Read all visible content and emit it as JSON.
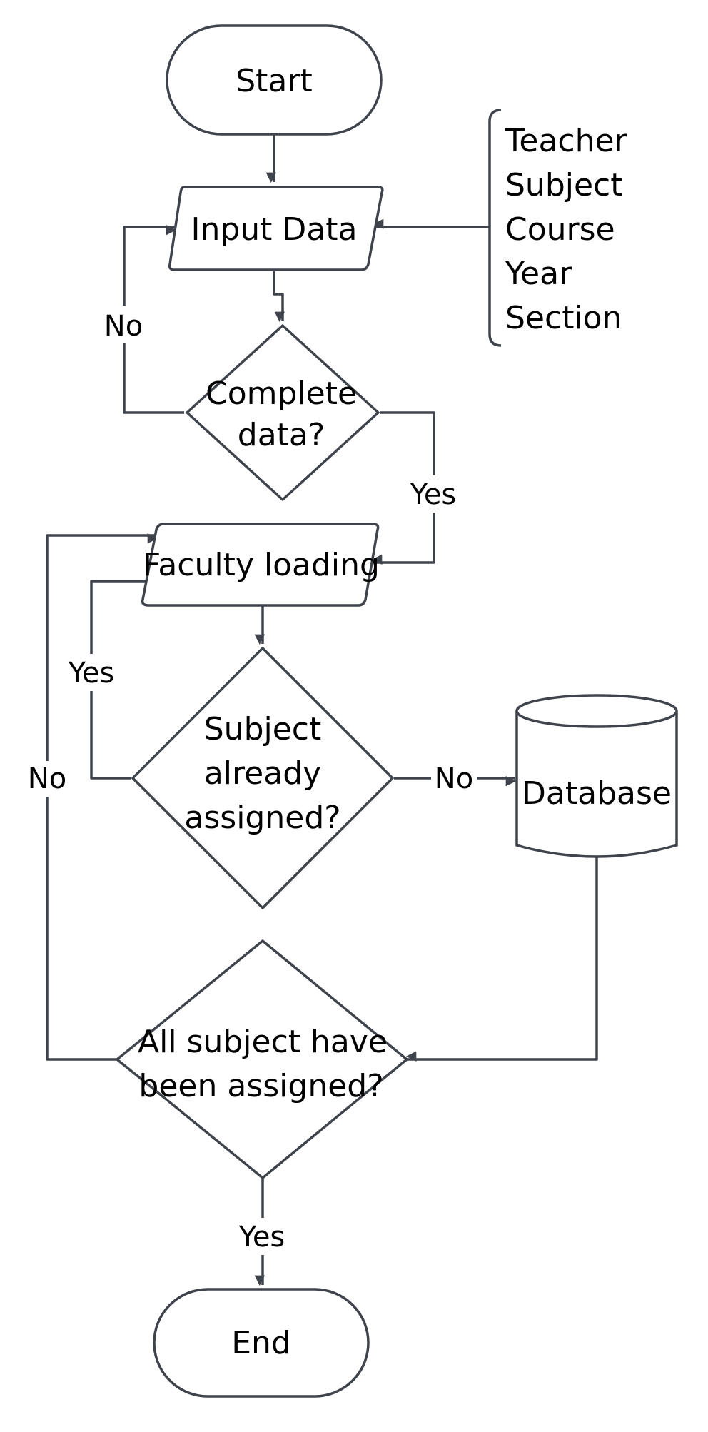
{
  "flowchart": {
    "colors": {
      "stroke": "#3f434b",
      "fill": "#ffffff",
      "text": "#000000"
    },
    "nodes": {
      "start": {
        "label": "Start"
      },
      "input_data": {
        "label": "Input Data"
      },
      "complete_data": {
        "line1": "Complete",
        "line2": "data?"
      },
      "faculty_loading": {
        "label": "Faculty loading"
      },
      "subject_assigned": {
        "line1": "Subject",
        "line2": "already",
        "line3": "assigned?"
      },
      "database": {
        "label": "Database"
      },
      "all_assigned": {
        "line1": "All subject have",
        "line2": "been assigned?"
      },
      "end": {
        "label": "End"
      }
    },
    "input_fields": [
      "Teacher",
      "Subject",
      "Course",
      "Year",
      "Section"
    ],
    "edge_labels": {
      "complete_no": "No",
      "complete_yes": "Yes",
      "assigned_yes": "Yes",
      "assigned_no": "No",
      "all_no": "No",
      "all_yes": "Yes"
    }
  }
}
